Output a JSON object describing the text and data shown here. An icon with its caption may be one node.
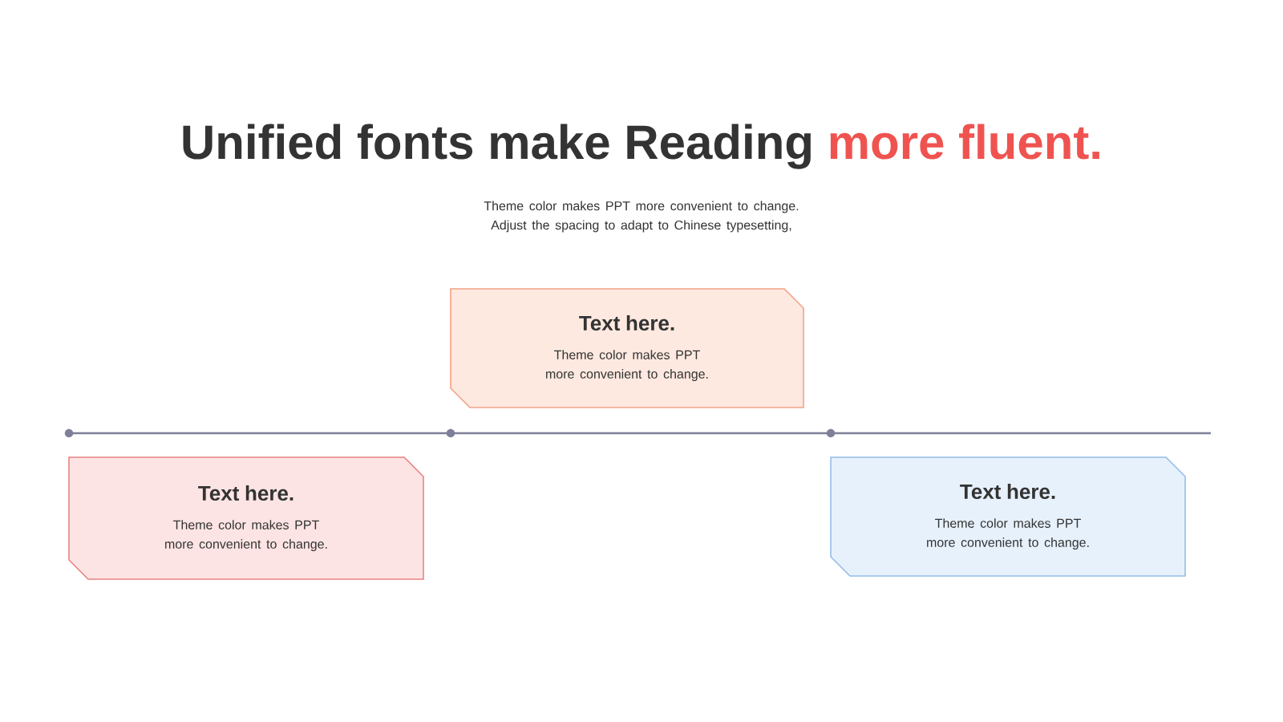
{
  "diagram": {
    "title": "Unified fonts make Reading",
    "nodes": [
      {
        "text": [
          "Text here.",
          "Theme color makes PPT more convenient to change."
        ]
      },
      {
        "text": [
          "Text here.",
          "Theme color makes PPT more convenient to change."
        ]
      },
      {
        "text": [
          "Text here.",
          "Theme color makes PPT more convenient to change."
        ]
      }
    ],
    "labels": [
      "more fluent.",
      "Theme color makes PPT more convenient to change. Adjust the spacing to adapt to Chinese typesetting,"
    ]
  }
}
